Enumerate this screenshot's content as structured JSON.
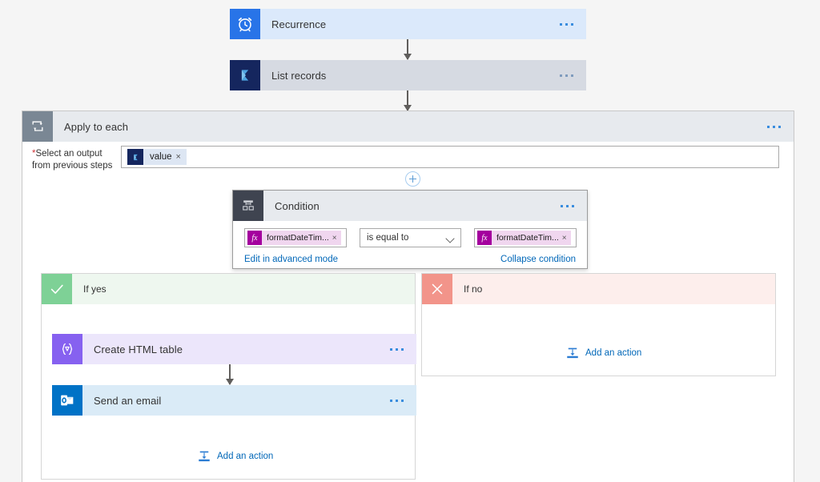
{
  "flow": {
    "nodes": [
      {
        "id": "recurrence",
        "title": "Recurrence",
        "icon": "alarm-clock-icon",
        "menu": "more-commands"
      },
      {
        "id": "list-records",
        "title": "List records",
        "icon": "dynamics-arrow-icon",
        "menu": "more-commands"
      }
    ],
    "apply_to_each": {
      "title": "Apply to each",
      "icon": "loop-repeat-icon",
      "menu": "more-commands",
      "field_label": "Select an output from previous steps",
      "required_marker": "*",
      "token": {
        "text": "value",
        "remove": "×",
        "icon": "dynamics-arrow-icon"
      },
      "add_button": "+"
    },
    "condition": {
      "title": "Condition",
      "icon": "condition-branch-icon",
      "menu": "more-commands",
      "left_operand": {
        "badge": "fx",
        "text": "formatDateTim...",
        "remove": "×"
      },
      "operator": "is equal to",
      "right_operand": {
        "badge": "fx",
        "text": "formatDateTim...",
        "remove": "×"
      },
      "advanced_link": "Edit in advanced mode",
      "collapse_link": "Collapse condition"
    },
    "branch_yes": {
      "title": "If yes",
      "icon": "checkmark-icon",
      "actions": [
        {
          "id": "create-html-table",
          "title": "Create HTML table",
          "icon": "data-operations-icon",
          "menu": "more-commands"
        },
        {
          "id": "send-an-email",
          "title": "Send an email",
          "icon": "outlook-icon",
          "menu": "more-commands"
        }
      ],
      "add_action": "Add an action"
    },
    "branch_no": {
      "title": "If no",
      "icon": "close-x-icon",
      "actions": [],
      "add_action": "Add an action"
    }
  },
  "colors": {
    "canvas": "#f5f5f5",
    "recurrence_icon": "#2874e8",
    "recurrence_body": "#dbe9fb",
    "list_records_icon": "#15265e",
    "list_records_body": "#d6dae2",
    "loop_icon": "#7a8794",
    "container_header": "#e7eaee",
    "condition_icon": "#3f4450",
    "fx_badge": "#a4009e",
    "fx_chip": "#f0d6ef",
    "yes_icon": "#7ed196",
    "yes_header": "#eef7ef",
    "no_icon": "#f2948a",
    "no_header": "#fdeeec",
    "html_table_icon": "#8661f0",
    "html_table_body": "#ece6fb",
    "outlook_icon": "#0072c6",
    "outlook_body": "#daebf7",
    "link": "#0067b8",
    "connector": "#605e5c"
  }
}
